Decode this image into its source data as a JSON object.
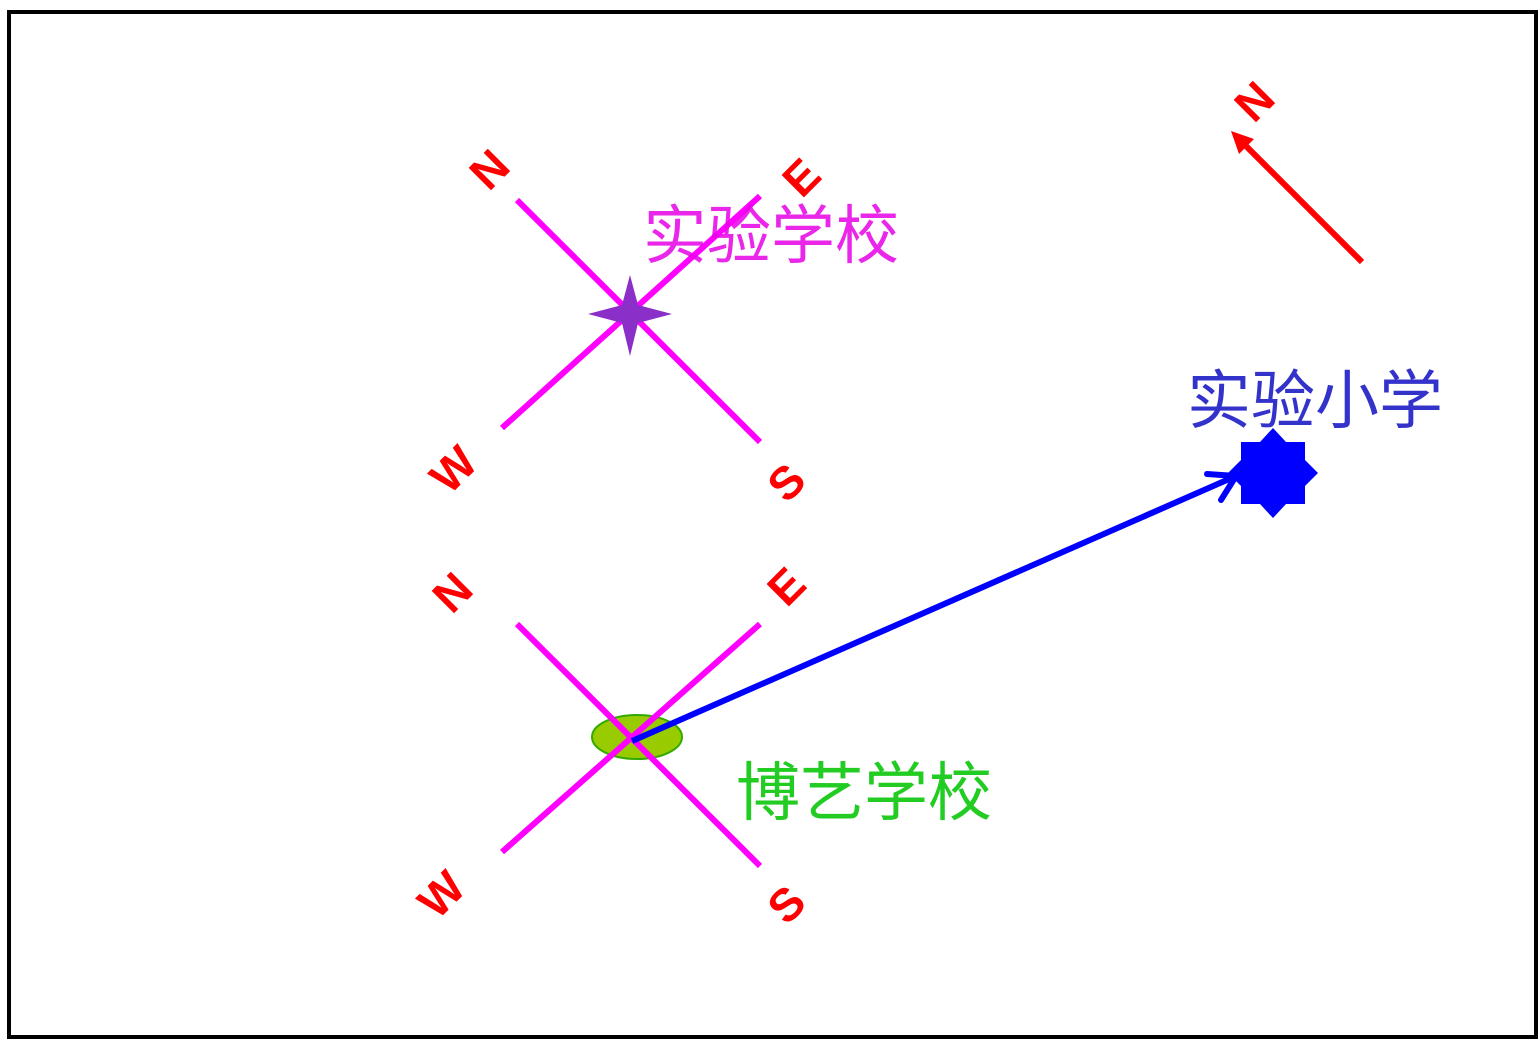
{
  "colors": {
    "direction_label": "#ff0000",
    "compass_axis": "#ff00ff",
    "route_arrow": "#0000ff",
    "north_arrow": "#ff0000",
    "school_a_marker": "#8b2fc9",
    "school_b_marker": "#99cc00",
    "school_b_marker_stroke": "#33aa00",
    "school_a_label": "#e600e6",
    "school_b_label": "#22cc22",
    "target_label": "#3333cc",
    "target_marker": "#0000ff",
    "frame": "#000000"
  },
  "north_indicator": {
    "label": "N"
  },
  "compass_upper": {
    "north": "N",
    "east": "E",
    "south": "S",
    "west": "W"
  },
  "compass_lower": {
    "north": "N",
    "east": "E",
    "south": "S",
    "west": "W"
  },
  "places": {
    "school_a": "实验学校",
    "school_b": "博艺学校",
    "target": "实验小学"
  }
}
